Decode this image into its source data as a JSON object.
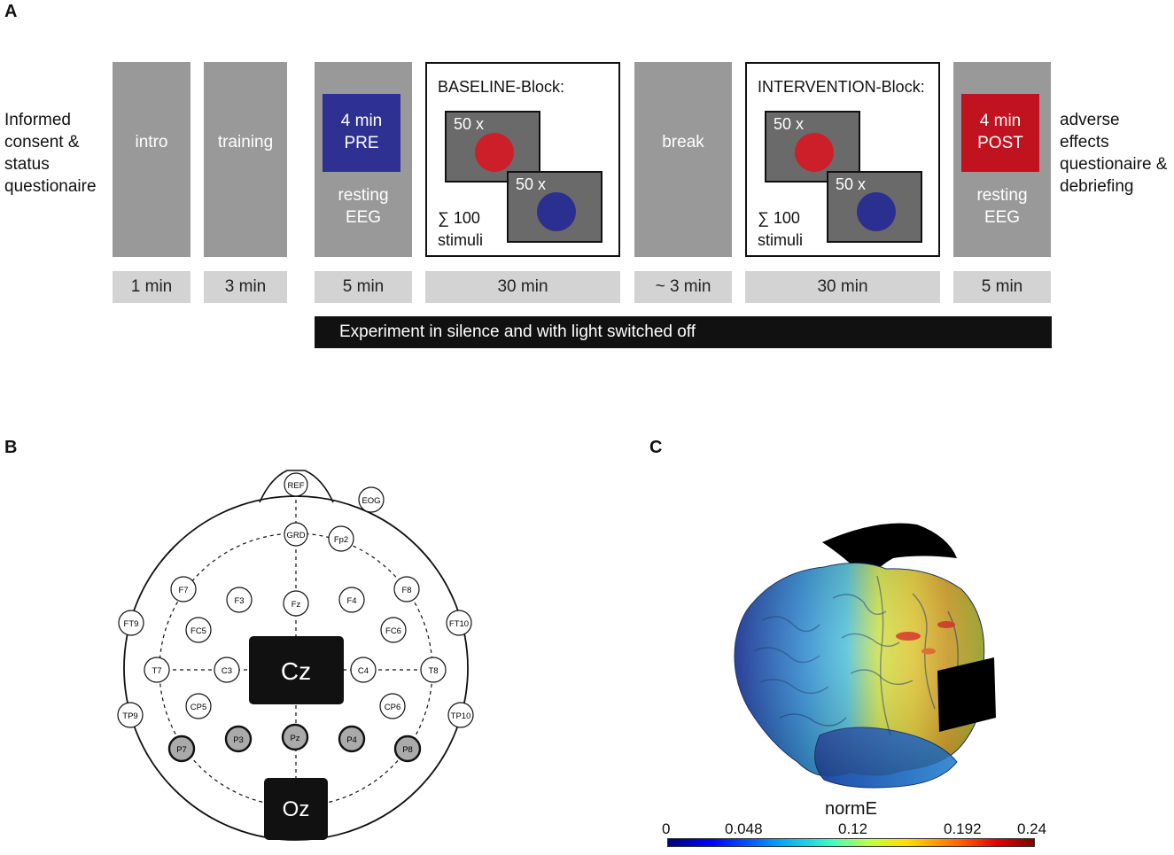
{
  "panel_labels": {
    "a": "A",
    "b": "B",
    "c": "C"
  },
  "panel_a": {
    "left_text": [
      "Informed",
      "consent  &",
      "status",
      "questionaire"
    ],
    "right_text": [
      "adverse",
      "effects",
      "questionaire &",
      "debriefing"
    ],
    "steps": {
      "intro": {
        "label": "intro",
        "duration": "1 min"
      },
      "training": {
        "label": "training",
        "duration": "3 min"
      },
      "pre": {
        "box_lines": [
          "4 min",
          "PRE"
        ],
        "sub_lines": [
          "resting",
          "EEG"
        ],
        "duration": "5 min",
        "color": "#2e3192"
      },
      "baseline": {
        "title": "BASELINE-Block:",
        "count_a": "50 x",
        "count_b": "50 x",
        "sum_lines": [
          "∑ 100",
          "stimuli"
        ],
        "duration": "30 min"
      },
      "break": {
        "label": "break",
        "duration": "~ 3 min"
      },
      "intervention": {
        "title": "INTERVENTION-Block:",
        "count_a": "50 x",
        "count_b": "50 x",
        "sum_lines": [
          "∑ 100",
          "stimuli"
        ],
        "duration": "30 min"
      },
      "post": {
        "box_lines": [
          "4 min",
          "POST"
        ],
        "sub_lines": [
          "resting",
          "EEG"
        ],
        "duration": "5 min",
        "color": "#c1121f"
      }
    },
    "colors": {
      "red_stimulus": "#cc1f2a",
      "blue_stimulus": "#2b2f8f",
      "screen": "#6a6a6a"
    },
    "bottom_bar": "Experiment in silence and with light switched off"
  },
  "panel_b": {
    "electrodes": [
      "REF",
      "EOG",
      "GRD",
      "Fp2",
      "F7",
      "F3",
      "Fz",
      "F4",
      "F8",
      "FT9",
      "FC5",
      "FC6",
      "FT10",
      "T7",
      "C3",
      "C4",
      "T8",
      "CP5",
      "CP6",
      "TP9",
      "TP10",
      "P7",
      "P3",
      "Pz",
      "P4",
      "P8"
    ],
    "highlighted": [
      "P7",
      "P3",
      "Pz",
      "P4",
      "P8"
    ],
    "stim_electrodes": [
      "Cz",
      "Oz"
    ]
  },
  "panel_c": {
    "colorbar_title": "normE",
    "colorbar_ticks": [
      "0",
      "0.048",
      "0.12",
      "0.192",
      "0.24"
    ],
    "colormap": "jet"
  }
}
